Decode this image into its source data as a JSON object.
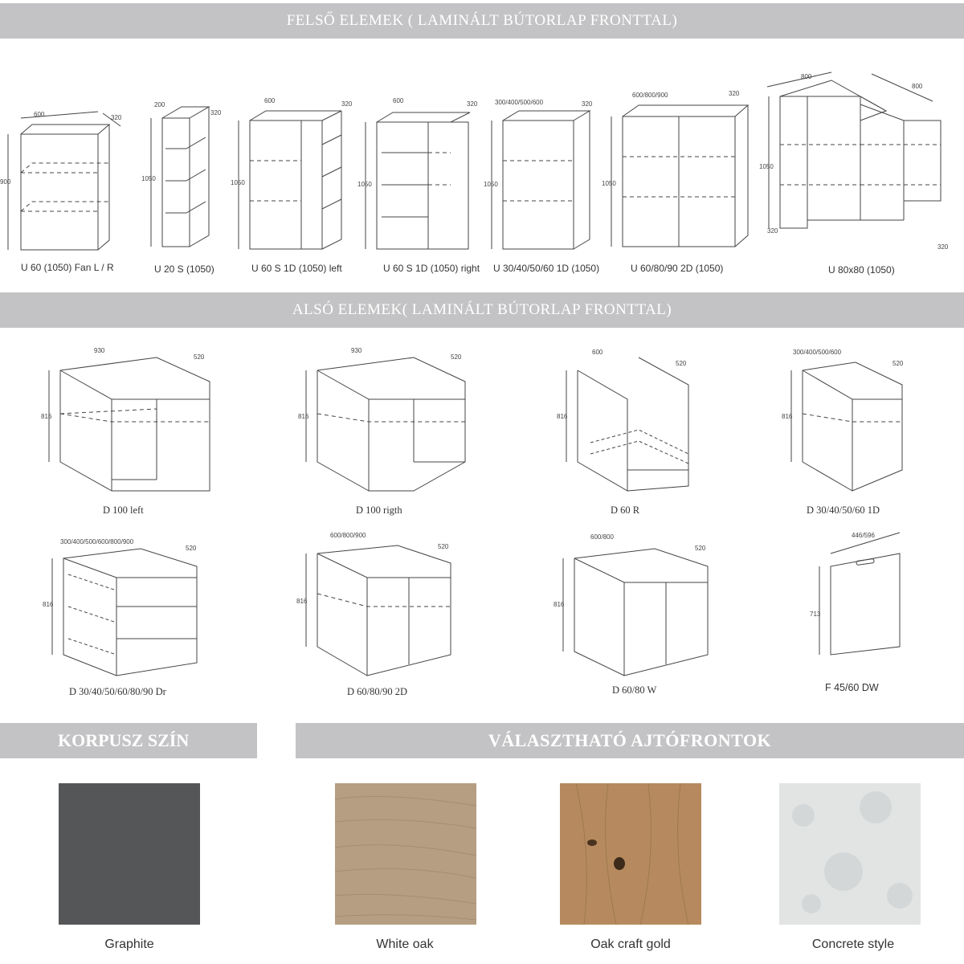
{
  "upper_section": {
    "title": "FELSŐ ELEMEK ( LAMINÁLT BÚTORLAP FRONTTAL)",
    "units": [
      {
        "label": "U 60 (1050) Fan L / R",
        "w": "600",
        "d": "320",
        "h": "900"
      },
      {
        "label": "U 20 S (1050)",
        "w": "200",
        "d": "320",
        "h": "1050"
      },
      {
        "label": "U 60 S 1D (1050) left",
        "w": "600",
        "d": "320",
        "h": "1050"
      },
      {
        "label": "U 60 S 1D (1050) right",
        "w": "600",
        "d": "320",
        "h": "1050"
      },
      {
        "label": "U 30/40/50/60 1D (1050)",
        "w": "300/400/500/600",
        "d": "320",
        "h": "1050"
      },
      {
        "label": "U 60/80/90 2D (1050)",
        "w": "600/800/900",
        "d": "320",
        "h": "1050"
      },
      {
        "label": "U 80x80 (1050)",
        "w": "800",
        "w2": "800",
        "d": "320",
        "d2": "320",
        "h": "1050"
      }
    ]
  },
  "lower_section": {
    "title": "ALSÓ ELEMEK( LAMINÁLT BÚTORLAP FRONTTAL)",
    "units": [
      {
        "label": "D 100 left",
        "w": "930",
        "d": "520",
        "h": "816"
      },
      {
        "label": "D 100 rigth",
        "w": "930",
        "d": "520",
        "h": "816"
      },
      {
        "label": "D 60 R",
        "w": "600",
        "d": "520",
        "h": "816"
      },
      {
        "label": "D 30/40/50/60 1D",
        "w": "300/400/500/600",
        "d": "520",
        "h": "816"
      },
      {
        "label": "D 30/40/50/60/80/90 Dr",
        "w": "300/400/500/600/800/900",
        "d": "520",
        "h": "816"
      },
      {
        "label": "D 60/80/90 2D",
        "w": "600/800/900",
        "d": "520",
        "h": "816"
      },
      {
        "label": "D 60/80 W",
        "w": "600/800",
        "d": "520",
        "h": "816"
      },
      {
        "label": "F 45/60 DW",
        "w": "446/596",
        "h": "713"
      }
    ]
  },
  "korpusz": {
    "title": "KORPUSZ SZÍN",
    "swatch": {
      "label": "Graphite",
      "color": "#555657"
    }
  },
  "fronts": {
    "title": "VÁLASZTHATÓ AJTÓFRONTOK",
    "swatches": [
      {
        "label": "White oak",
        "color": "#b59e82"
      },
      {
        "label": "Oak craft gold",
        "color": "#b68a5e"
      },
      {
        "label": "Concrete style",
        "color": "#e2e4e4"
      }
    ]
  },
  "colors": {
    "banner": "#c3c3c5",
    "banner_text": "#ffffff",
    "line": "#444444"
  }
}
